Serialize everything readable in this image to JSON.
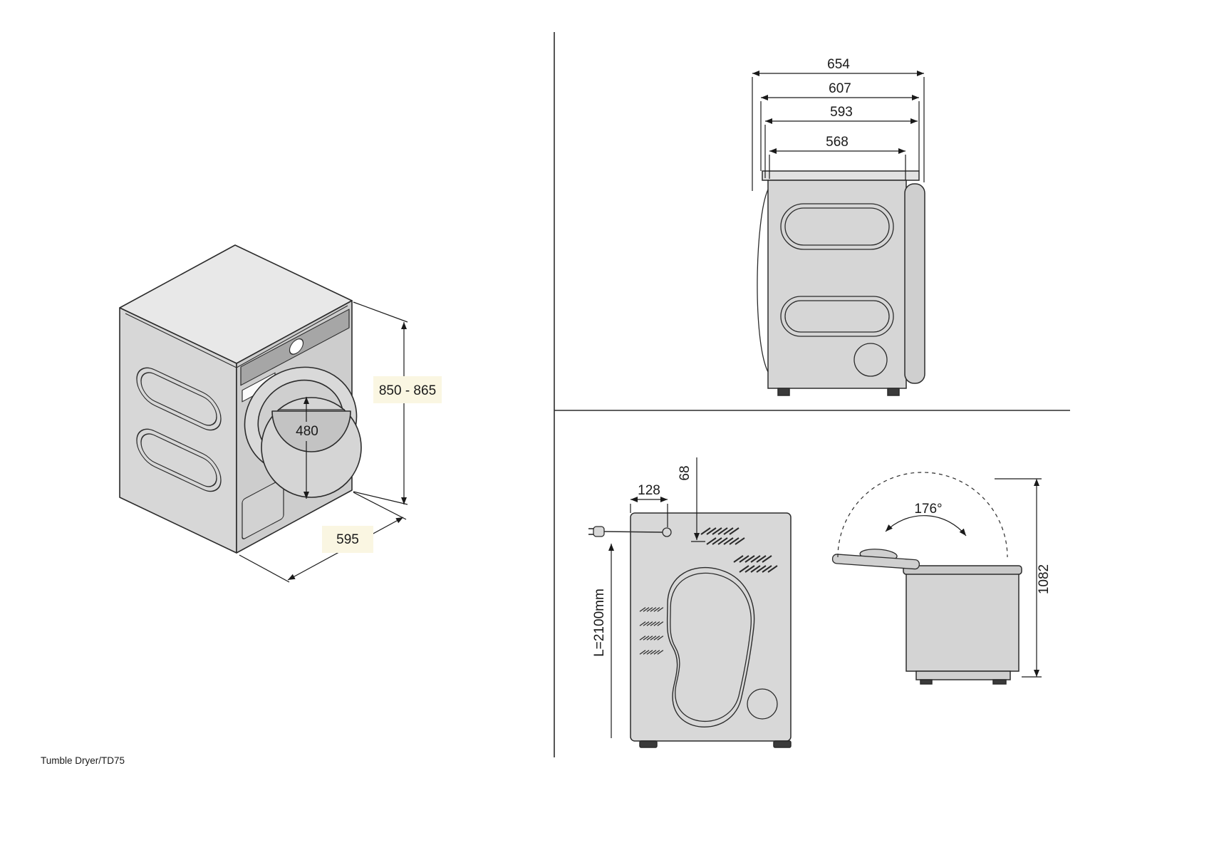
{
  "footer": {
    "label": "Tumble Dryer/TD75"
  },
  "iso_view": {
    "height": "850 - 865",
    "door_diameter": "480",
    "width": "595"
  },
  "side_view": {
    "dim1": "654",
    "dim2": "607",
    "dim3": "593",
    "dim4": "568"
  },
  "rear_view": {
    "cord_offset": "128",
    "top_clearance": "68",
    "cord_length": "L=2100mm"
  },
  "lid_view": {
    "opening_angle": "176°",
    "open_height": "1082"
  },
  "colors": {
    "line": "#2b2b2b",
    "body_fill": "#d8d8d8",
    "highlight": "#faf6e2"
  }
}
